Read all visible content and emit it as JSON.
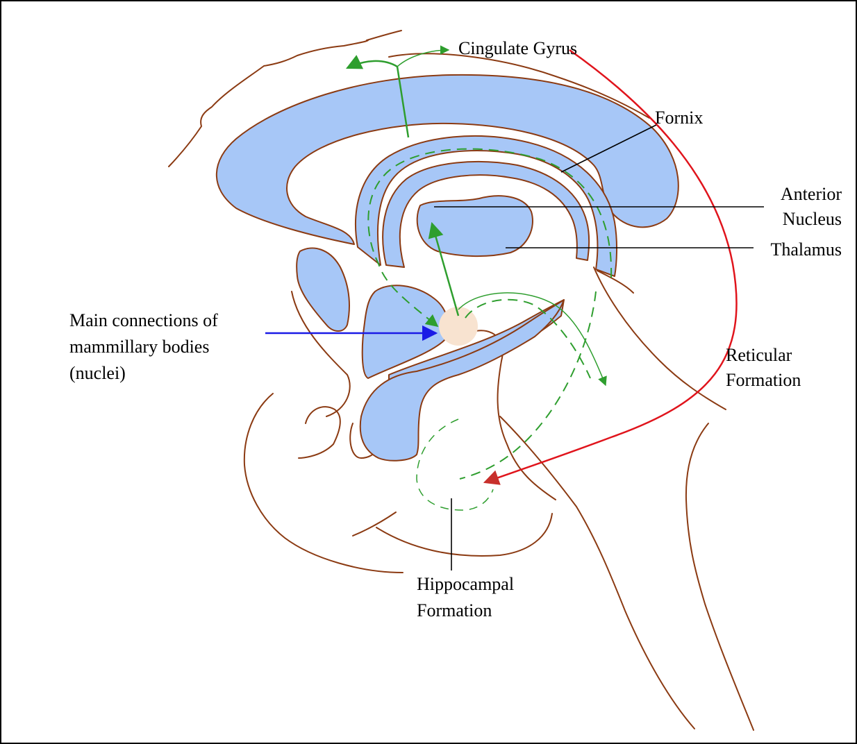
{
  "labels": {
    "cingulate_gyrus": "Cingulate Gyrus",
    "fornix": "Fornix",
    "anterior_nucleus_line1": "Anterior",
    "anterior_nucleus_line2": "Nucleus",
    "thalamus": "Thalamus",
    "reticular_formation_line1": "Reticular",
    "reticular_formation_line2": "Formation",
    "hippocampal_formation_line1": "Hippocampal",
    "hippocampal_formation_line2": "Formation",
    "mammillary_line1": "Main connections of",
    "mammillary_line2": "mammillary bodies",
    "mammillary_line3": "(nuclei)"
  },
  "colors": {
    "outline": "#8B3A12",
    "region_fill": "#A7C7F7",
    "pathway_green": "#2E9E2E",
    "reticular_red": "#E0141C",
    "pointer_blue": "#1A1AE6",
    "mammillary_body": "#F8E3D0",
    "frame": "#000000"
  }
}
